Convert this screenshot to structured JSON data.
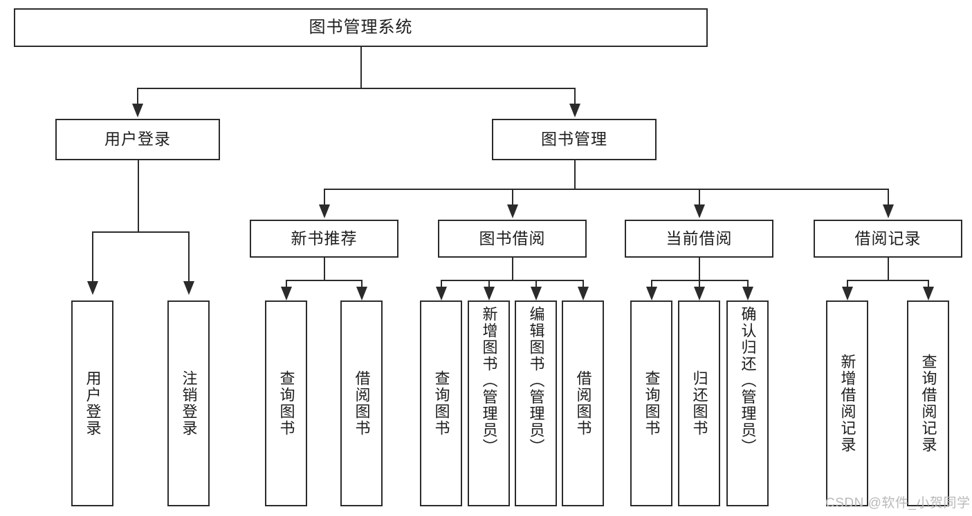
{
  "diagram": {
    "title": "图书管理系统",
    "type": "tree-structure-chart",
    "watermark": "CSDN @软件_小贺同学",
    "colors": {
      "stroke": "#2b2b2b",
      "fill": "#ffffff",
      "text": "#1d1d1d",
      "watermark": "#b9b9b9"
    },
    "levels": {
      "root": "图书管理系统",
      "level2": [
        "用户登录",
        "图书管理"
      ],
      "level3": [
        "新书推荐",
        "图书借阅",
        "当前借阅",
        "借阅记录"
      ]
    },
    "nodes": {
      "root": {
        "label": "图书管理系统"
      },
      "user_login": {
        "label": "用户登录"
      },
      "book_manage": {
        "label": "图书管理"
      },
      "new_book_rec": {
        "label": "新书推荐"
      },
      "book_borrow": {
        "label": "图书借阅"
      },
      "current_borrow": {
        "label": "当前借阅"
      },
      "borrow_record": {
        "label": "借阅记录"
      },
      "leaf_user_login": {
        "label": "用户登录"
      },
      "leaf_logout": {
        "label": "注销登录"
      },
      "leaf_query_book_a": {
        "label": "查询图书"
      },
      "leaf_borrow_book_a": {
        "label": "借阅图书"
      },
      "leaf_query_book_b": {
        "label": "查询图书"
      },
      "leaf_add_book_admin": {
        "label": "新增图书（管理员）"
      },
      "leaf_edit_book_admin": {
        "label": "编辑图书（管理员）"
      },
      "leaf_borrow_book_b": {
        "label": "借阅图书"
      },
      "leaf_query_book_c": {
        "label": "查询图书"
      },
      "leaf_return_book": {
        "label": "归还图书"
      },
      "leaf_confirm_return_admin": {
        "label": "确认归还（管理员）"
      },
      "leaf_add_borrow_record": {
        "label": "新增借阅记录"
      },
      "leaf_query_borrow_record": {
        "label": "查询借阅记录"
      }
    },
    "edges": [
      {
        "from": "root",
        "to": "user_login"
      },
      {
        "from": "root",
        "to": "book_manage"
      },
      {
        "from": "user_login",
        "to": "leaf_user_login"
      },
      {
        "from": "user_login",
        "to": "leaf_logout"
      },
      {
        "from": "book_manage",
        "to": "new_book_rec"
      },
      {
        "from": "book_manage",
        "to": "book_borrow"
      },
      {
        "from": "book_manage",
        "to": "current_borrow"
      },
      {
        "from": "book_manage",
        "to": "borrow_record"
      },
      {
        "from": "new_book_rec",
        "to": "leaf_query_book_a"
      },
      {
        "from": "new_book_rec",
        "to": "leaf_borrow_book_a"
      },
      {
        "from": "book_borrow",
        "to": "leaf_query_book_b"
      },
      {
        "from": "book_borrow",
        "to": "leaf_add_book_admin"
      },
      {
        "from": "book_borrow",
        "to": "leaf_edit_book_admin"
      },
      {
        "from": "book_borrow",
        "to": "leaf_borrow_book_b"
      },
      {
        "from": "current_borrow",
        "to": "leaf_query_book_c"
      },
      {
        "from": "current_borrow",
        "to": "leaf_return_book"
      },
      {
        "from": "current_borrow",
        "to": "leaf_confirm_return_admin"
      },
      {
        "from": "borrow_record",
        "to": "leaf_add_borrow_record"
      },
      {
        "from": "borrow_record",
        "to": "leaf_query_borrow_record"
      }
    ]
  }
}
